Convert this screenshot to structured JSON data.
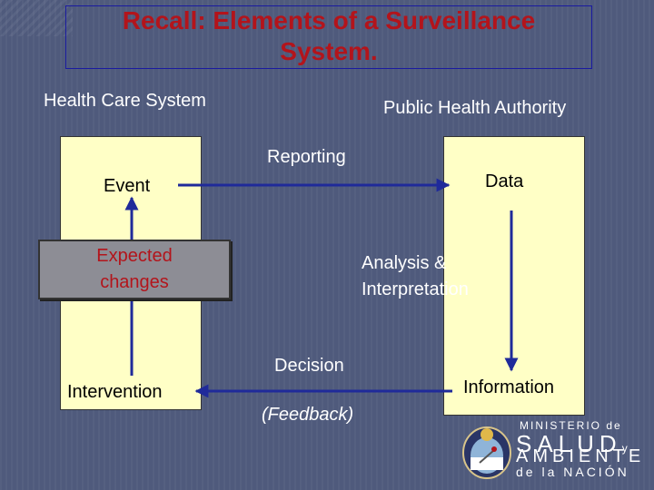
{
  "slide": {
    "title": "Recall: Elements of a Surveillance System.",
    "title_line1": "Recall: Elements of a Surveillance",
    "title_line2": "System.",
    "health_care_system": "Health Care System",
    "public_health_authority": "Public Health Authority",
    "reporting": "Reporting",
    "event": "Event",
    "data": "Data",
    "expected_line1": "Expected",
    "expected_line2": "changes",
    "analysis_line1": "Analysis &",
    "analysis_line2": "Interpretation",
    "decision": "Decision",
    "intervention": "Intervention",
    "information": "Information",
    "feedback": "(Feedback)"
  },
  "logo": {
    "line1": "MINISTERIO de",
    "line2": "SALUD",
    "line2_suffix": "y",
    "line3": "AMBIENTE",
    "line4": "de la NACIÓN"
  },
  "colors": {
    "background": "#4f5a7c",
    "title": "#b3141b",
    "box_fill": "#ffffc6",
    "arrow": "#1f2a9a"
  }
}
